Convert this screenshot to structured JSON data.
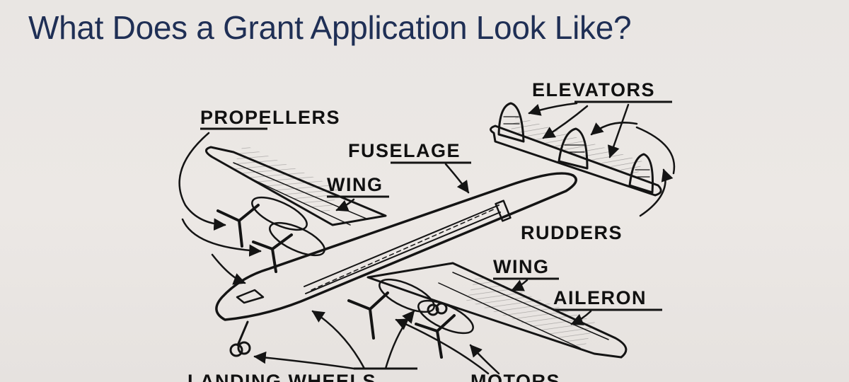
{
  "slide": {
    "title": "What Does a Grant Application Look Like?"
  },
  "diagram": {
    "labels": {
      "propellers": "PROPELLERS",
      "fuselage": "FUSELAGE",
      "wing_left": "WING",
      "elevators": "ELEVATORS",
      "rudders": "RUDDERS",
      "wing_right": "WING",
      "aileron": "AILERON",
      "landing_wheels": "LANDING WHEELS",
      "motors": "MOTORS"
    }
  },
  "colors": {
    "title": "#1f2f55",
    "ink": "#141414",
    "background": "#ebe7e4"
  }
}
